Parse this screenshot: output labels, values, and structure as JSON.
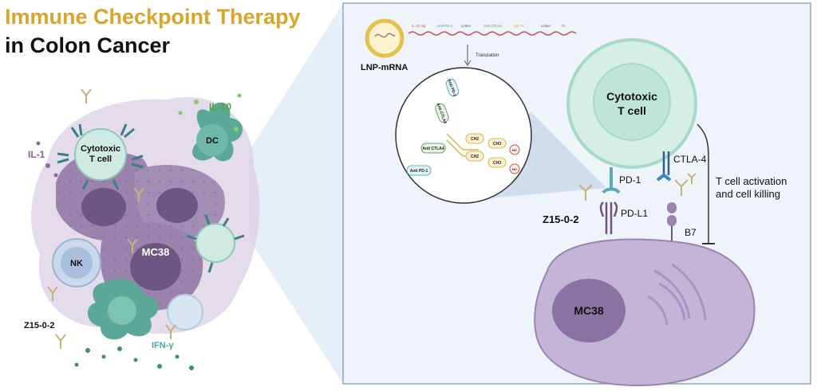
{
  "title": {
    "line1": "Immune  Checkpoint Therapy",
    "line2": "in Colon Cancer"
  },
  "left_panel": {
    "cytotoxic_line1": "Cytotoxic",
    "cytotoxic_line2": "T cell",
    "dc": "DC",
    "il10": "IL-10",
    "il1": "IL-1",
    "nk": "NK",
    "mc38": "MC38",
    "z15": "Z15-0-2",
    "ifn": "IFN-γ"
  },
  "right_panel": {
    "lnp": "LNP-mRNA",
    "translation": "Translation",
    "mrna_labels": [
      "IL-10 sig",
      "Anti PD-1",
      "Linker",
      "Anti CTLA4",
      "IgG Fc",
      "Linker",
      "Fc"
    ],
    "antibody": {
      "anti_pd1_top": "Anti PD-1",
      "anti_ctla4_top": "Anti CTLA4",
      "anti_ctla4_left": "Anti CTLA4",
      "anti_pd1_bottom": "Anti PD-1",
      "ch2_a": "CH2",
      "ch3_a": "CH3",
      "ch2_b": "CH2",
      "ch3_b": "CH3",
      "hc_a": "HC",
      "hc_b": "HC"
    },
    "tcell_line1": "Cytotoxic",
    "tcell_line2": "T cell",
    "pd1": "PD-1",
    "ctla4": "CTLA-4",
    "activation_line1": "T cell activation",
    "activation_line2": "and cell killing",
    "z15": "Z15-0-2",
    "pdl1": "PD-L1",
    "b7": "B7",
    "mc38": "MC38"
  },
  "colors": {
    "title_gold": "#d9a52b",
    "panel_bg": "#eef4fa",
    "tumor_purple": "#9b83ad",
    "tcell_green": "#bfe4d9",
    "teal": "#4aa898"
  }
}
